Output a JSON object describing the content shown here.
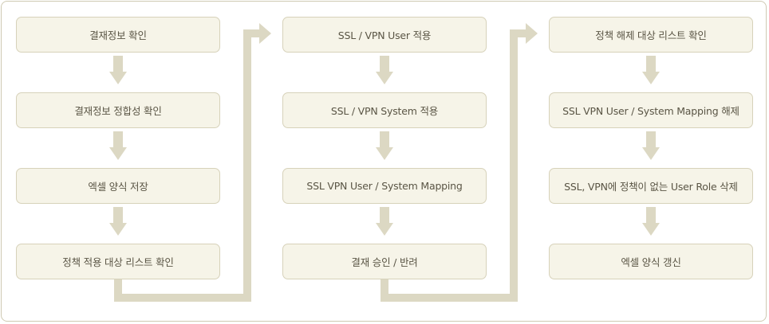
{
  "colors": {
    "border": "#cfc9b2",
    "box_fill": "#f6f4e8",
    "box_border": "#d7d2ba",
    "text": "#5a5545",
    "arrow": "#dcd8c3"
  },
  "columns": [
    {
      "steps": [
        {
          "label": "결재정보 확인"
        },
        {
          "label": "결재정보 정합성 확인"
        },
        {
          "label": "엑셀 양식 저장"
        },
        {
          "label": "정책 적용 대상 리스트 확인"
        }
      ]
    },
    {
      "steps": [
        {
          "label": "SSL / VPN User 적용"
        },
        {
          "label": "SSL / VPN System 적용"
        },
        {
          "label": "SSL VPN User / System Mapping"
        },
        {
          "label": "결재 승인 / 반려"
        }
      ]
    },
    {
      "steps": [
        {
          "label": "정책 해제 대상 리스트 확인"
        },
        {
          "label": "SSL VPN User / System Mapping 해제"
        },
        {
          "label": "SSL, VPN에 정책이 없는 User Role 삭제"
        },
        {
          "label": "엑셀 양식 갱신"
        }
      ]
    }
  ]
}
